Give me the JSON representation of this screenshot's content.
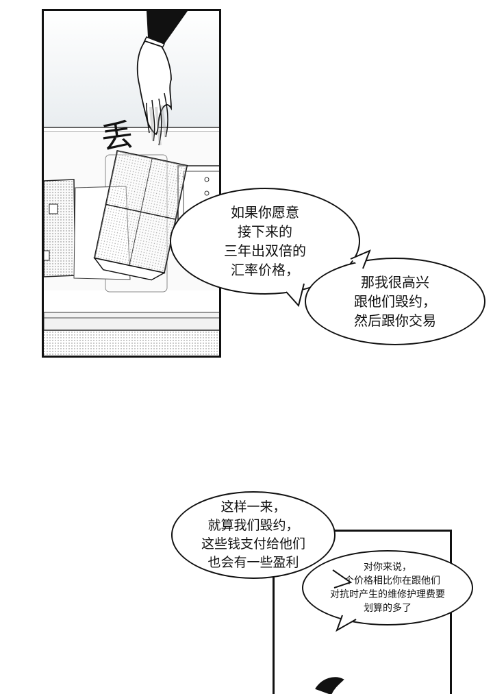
{
  "panels": {
    "top": {
      "sfx": "丢"
    },
    "bottom": {}
  },
  "bubbles": {
    "offer": "如果你愿意\n接下来的\n三年出双倍的\n汇率价格，",
    "agree": "那我很高兴\n跟他们毁约，\n然后跟你交易",
    "even": "这样一来，\n就算我们毁约，\n这些钱支付给他们\n也会有一些盈利",
    "cost": "对你来说，\n这个价格相比你在跟他们\n对抗时产生的维修护理费要\n划算的多了"
  }
}
